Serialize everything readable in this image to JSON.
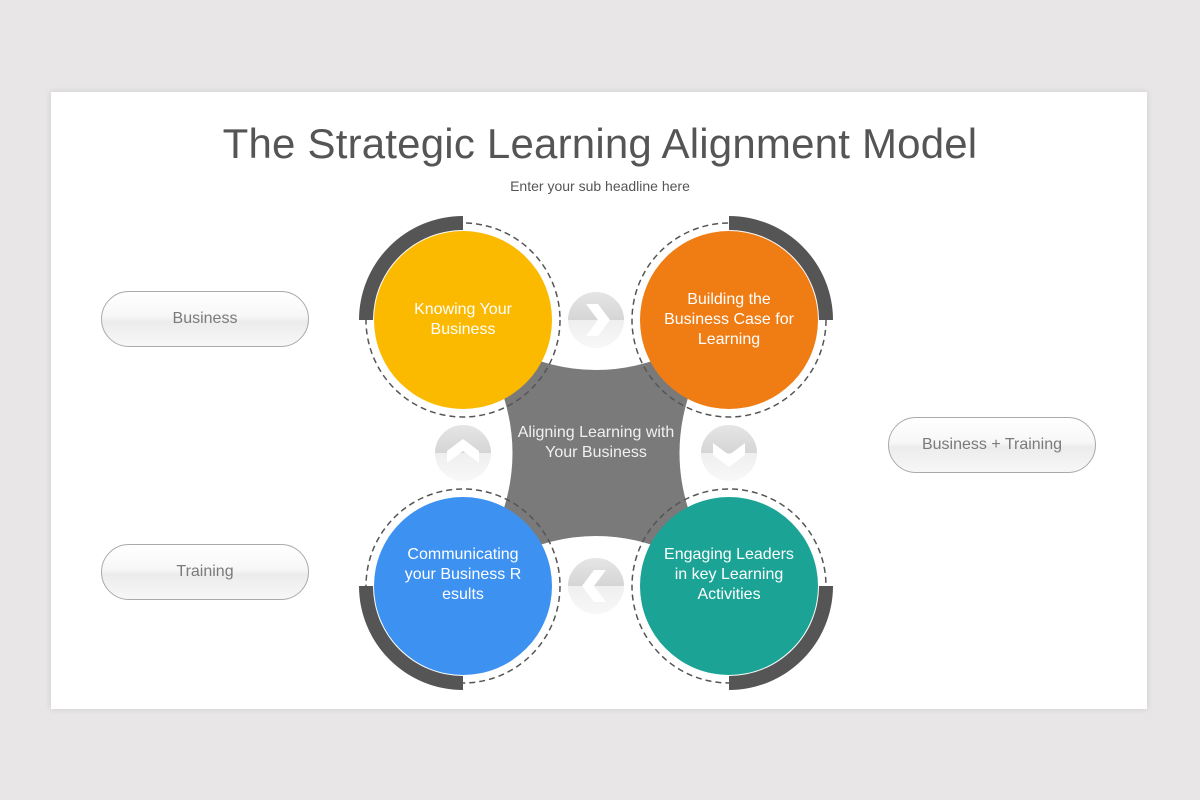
{
  "slide": {
    "title": "The Strategic Learning Alignment Model",
    "subtitle": "Enter your sub headline here"
  },
  "pills": [
    {
      "label": "Business"
    },
    {
      "label": "Training"
    },
    {
      "label": "Business + Training"
    }
  ],
  "center": {
    "label": "Aligning Learning with Your Business",
    "color": "#7a7a7a"
  },
  "nodes": [
    {
      "label": "Knowing Your Business",
      "color": "#fbb900",
      "position": "top-left"
    },
    {
      "label": "Building the Business Case for Learning",
      "color": "#f07c14",
      "position": "top-right"
    },
    {
      "label": "Engaging Leaders in key Learning Activities",
      "color": "#1ba396",
      "position": "bottom-right"
    },
    {
      "label": "Communicating your Business Results",
      "color": "#3d91f0",
      "position": "bottom-left"
    }
  ],
  "arrows": [
    {
      "icon": "chevron-right-icon",
      "direction": "right"
    },
    {
      "icon": "chevron-down-icon",
      "direction": "down"
    },
    {
      "icon": "chevron-left-icon",
      "direction": "left"
    },
    {
      "icon": "chevron-up-icon",
      "direction": "up"
    }
  ],
  "colors": {
    "arc": "#555555",
    "background": "#e8e6e7",
    "slide": "#ffffff"
  }
}
